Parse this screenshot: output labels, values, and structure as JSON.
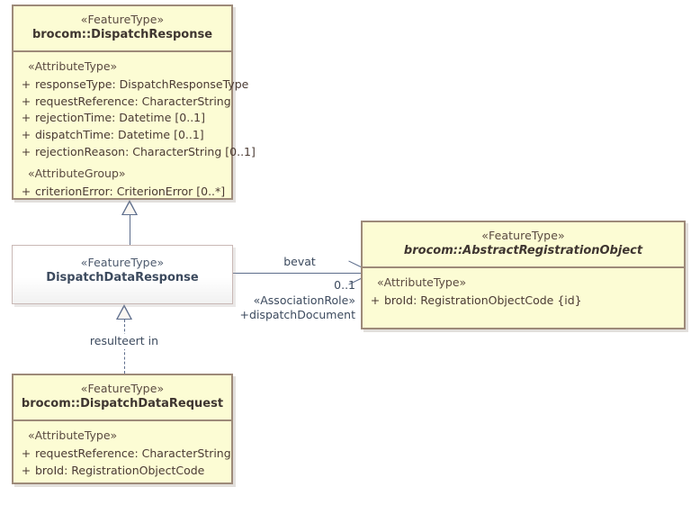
{
  "diagram": {
    "title": "UML class diagram",
    "colors": {
      "class_fill": "#fcfcd4",
      "class_border": "#9d8a79",
      "plain_fill": "#ffffff",
      "plain_border": "#c9b8b5",
      "connector": "#5d6d8c",
      "text": "#4a3a33",
      "background": "#ffffff"
    }
  },
  "classes": {
    "dispatch_response": {
      "stereotype": "«FeatureType»",
      "name": "brocom::DispatchResponse",
      "abstract": false,
      "compartments": [
        {
          "group": "«AttributeType»",
          "attributes": [
            {
              "visibility": "+",
              "text": "responseType: DispatchResponseType"
            },
            {
              "visibility": "+",
              "text": "requestReference: CharacterString"
            },
            {
              "visibility": "+",
              "text": "rejectionTime: Datetime [0..1]"
            },
            {
              "visibility": "+",
              "text": "dispatchTime: Datetime [0..1]"
            },
            {
              "visibility": "+",
              "text": "rejectionReason: CharacterString [0..1]"
            }
          ]
        },
        {
          "group": "«AttributeGroup»",
          "attributes": [
            {
              "visibility": "+",
              "text": "criterionError: CriterionError [0..*]"
            }
          ]
        }
      ]
    },
    "dispatch_data_response": {
      "stereotype": "«FeatureType»",
      "name": "DispatchDataResponse",
      "abstract": false,
      "compartments": []
    },
    "abstract_registration_object": {
      "stereotype": "«FeatureType»",
      "name": "brocom::AbstractRegistrationObject",
      "abstract": true,
      "compartments": [
        {
          "group": "«AttributeType»",
          "attributes": [
            {
              "visibility": "+",
              "text": "broId: RegistrationObjectCode {id}"
            }
          ]
        }
      ]
    },
    "dispatch_data_request": {
      "stereotype": "«FeatureType»",
      "name": "brocom::DispatchDataRequest",
      "abstract": false,
      "compartments": [
        {
          "group": "«AttributeType»",
          "attributes": [
            {
              "visibility": "+",
              "text": "requestReference: CharacterString"
            },
            {
              "visibility": "+",
              "text": "broId: RegistrationObjectCode"
            }
          ]
        }
      ]
    }
  },
  "relationships": {
    "generalization": {
      "kind": "generalization",
      "from": "DispatchDataResponse",
      "to": "brocom::DispatchResponse",
      "label": ""
    },
    "realization": {
      "kind": "realization",
      "from": "brocom::DispatchDataRequest",
      "to": "DispatchDataResponse",
      "label": "resulteert in"
    },
    "association": {
      "kind": "association",
      "from": "DispatchDataResponse",
      "to": "brocom::AbstractRegistrationObject",
      "name": "bevat",
      "multiplicity": "0..1",
      "role_stereotype": "«AssociationRole»",
      "role_name": "+dispatchDocument"
    }
  }
}
